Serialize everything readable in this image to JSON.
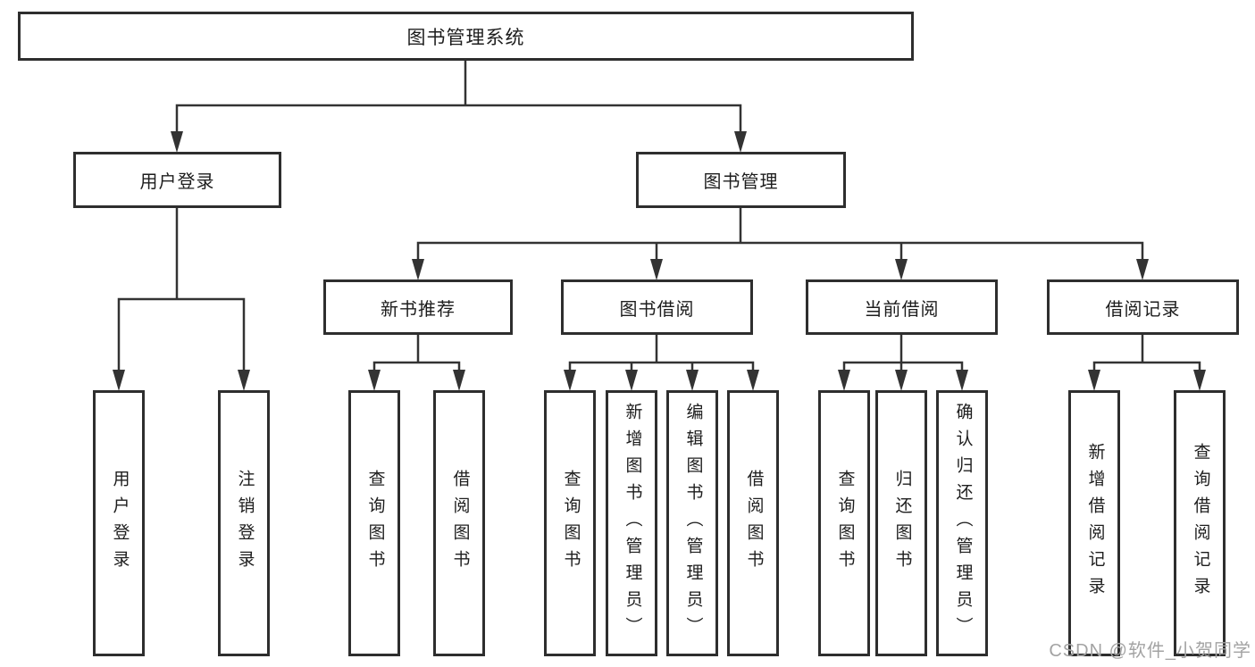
{
  "diagram_title": "图书管理系统",
  "colors": {
    "line": "#333333",
    "box_border": "#2e2e2e",
    "text": "#1d1d1d",
    "watermark": "#a3a3a3",
    "background": "#ffffff"
  },
  "tree": {
    "label": "图书管理系统",
    "children": [
      {
        "label": "用户登录",
        "children": [
          {
            "label": "用户登录"
          },
          {
            "label": "注销登录"
          }
        ]
      },
      {
        "label": "图书管理",
        "children": [
          {
            "label": "新书推荐",
            "children": [
              {
                "label": "查询图书"
              },
              {
                "label": "借阅图书"
              }
            ]
          },
          {
            "label": "图书借阅",
            "children": [
              {
                "label": "查询图书"
              },
              {
                "label": "新增图书（管理员）"
              },
              {
                "label": "编辑图书（管理员）"
              },
              {
                "label": "借阅图书"
              }
            ]
          },
          {
            "label": "当前借阅",
            "children": [
              {
                "label": "查询图书"
              },
              {
                "label": "归还图书"
              },
              {
                "label": "确认归还（管理员）"
              }
            ]
          },
          {
            "label": "借阅记录",
            "children": [
              {
                "label": "新增借阅记录"
              },
              {
                "label": "查询借阅记录"
              }
            ]
          }
        ]
      }
    ]
  },
  "watermark": {
    "text": "CSDN @软件_小贺同学"
  }
}
